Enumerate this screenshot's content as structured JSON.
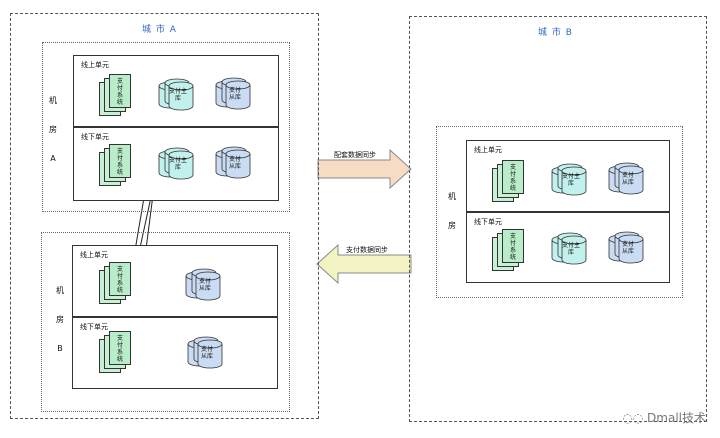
{
  "city_a": {
    "title": "城 市 A",
    "room_a": {
      "vlabel": [
        "机",
        "房",
        "A"
      ],
      "online": {
        "label": "线上单元",
        "system": [
          "支",
          "付",
          "系",
          "统"
        ],
        "primary": [
          "支付主",
          "库"
        ],
        "replica": [
          "支付",
          "从库"
        ]
      },
      "offline": {
        "label": "线下单元",
        "system": [
          "支",
          "付",
          "系",
          "统"
        ],
        "primary": [
          "支付主",
          "库"
        ],
        "replica": [
          "支付",
          "从库"
        ]
      }
    },
    "room_b": {
      "vlabel": [
        "机",
        "房",
        "B"
      ],
      "online": {
        "label": "线上单元",
        "system": [
          "支",
          "付",
          "系",
          "统"
        ],
        "replica": [
          "支付",
          "从库"
        ]
      },
      "offline": {
        "label": "线下单元",
        "system": [
          "支",
          "付",
          "系",
          "统"
        ],
        "replica": [
          "支付",
          "从库"
        ]
      }
    }
  },
  "city_b": {
    "title": "城 市 B",
    "room": {
      "vlabel": [
        "机",
        "房"
      ],
      "online": {
        "label": "线上单元",
        "system": [
          "支",
          "付",
          "系",
          "统"
        ],
        "primary": [
          "支付主",
          "库"
        ],
        "replica": [
          "支付",
          "从库"
        ]
      },
      "offline": {
        "label": "线下单元",
        "system": [
          "支",
          "付",
          "系",
          "统"
        ],
        "primary": [
          "支付主",
          "库"
        ],
        "replica": [
          "支付",
          "从库"
        ]
      }
    }
  },
  "arrows": {
    "config_sync": "配套数据同步",
    "payment_sync": "支付数据同步"
  },
  "watermark": "Dmall技术",
  "colors": {
    "system_fill": "#b9ecc9",
    "primary_db_fill": "#c2f0ec",
    "replica_db_fill": "#c9dcf3",
    "arrow_right_fill": "#f7dcc3",
    "arrow_left_fill": "#f3f3c3",
    "city_title": "#2f66c7"
  }
}
